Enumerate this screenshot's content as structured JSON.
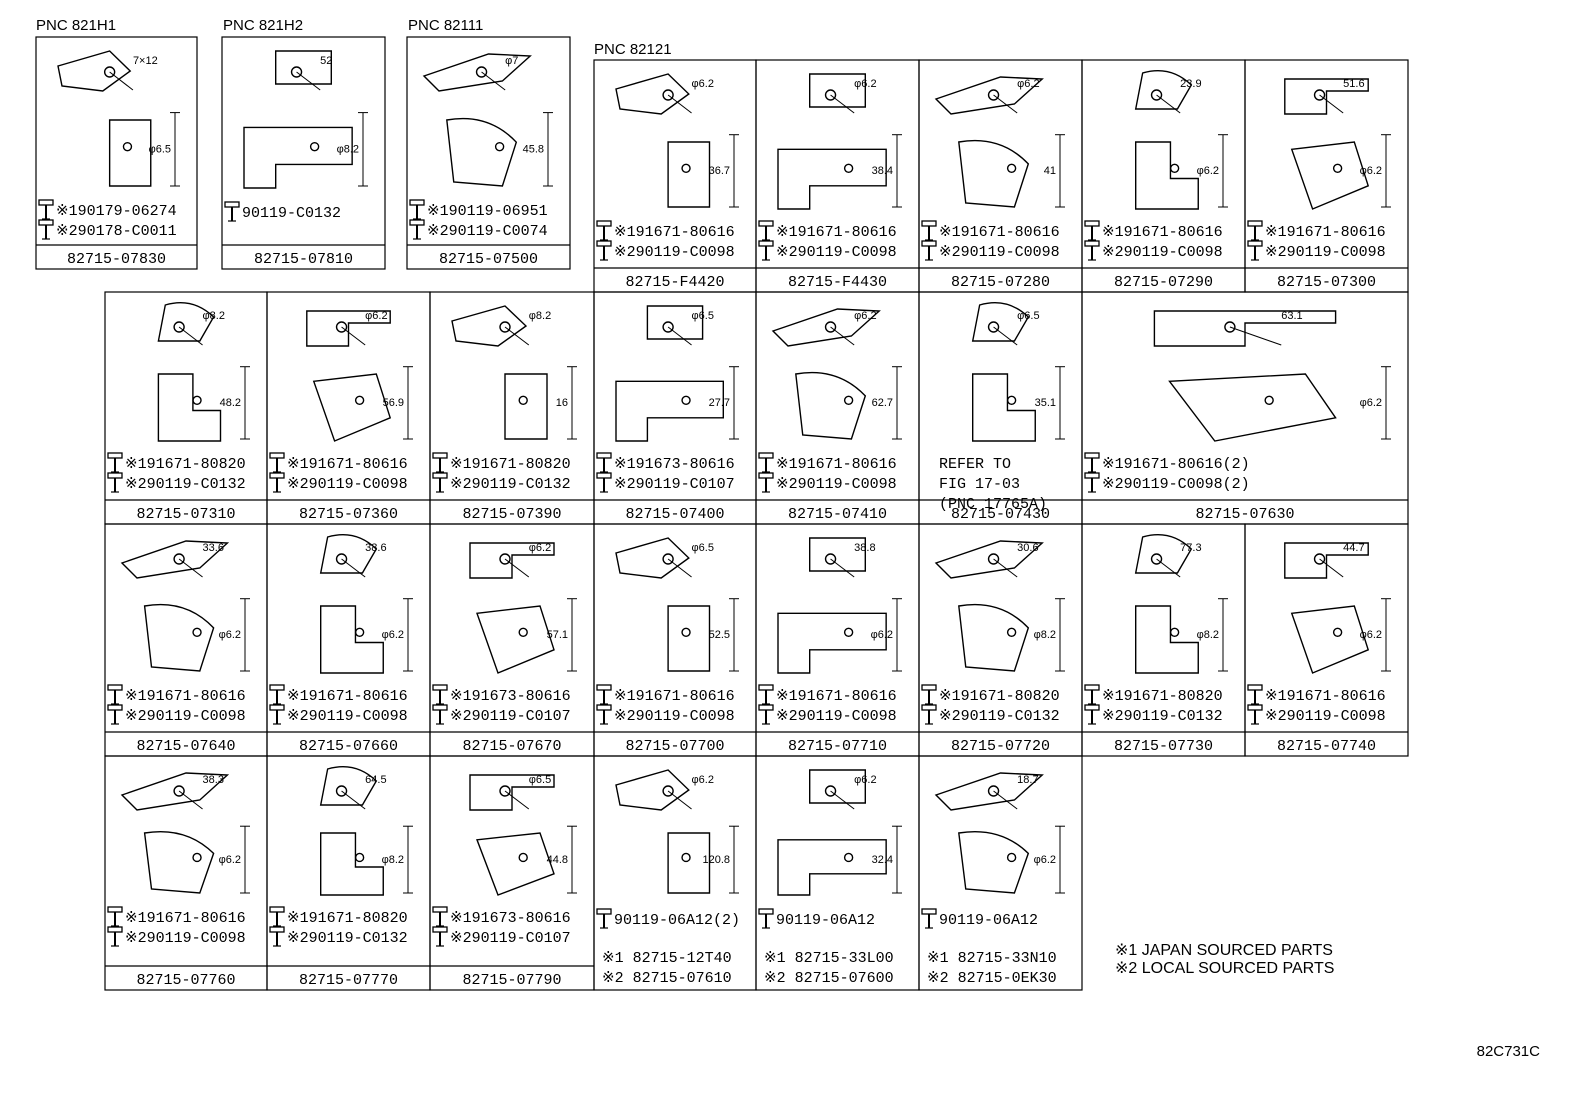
{
  "pnc_labels": [
    "PNC 821H1",
    "PNC 821H2",
    "PNC 82111",
    "PNC 82121"
  ],
  "top_groups": [
    {
      "pnc": "PNC 821H1",
      "parts": [
        "※190179-06274",
        "※290178-C0011"
      ],
      "number": "82715-07830",
      "dims": [
        "7×12",
        "φ6.5"
      ]
    },
    {
      "pnc": "PNC 821H2",
      "parts": [
        "90119-C0132"
      ],
      "number": "82715-07810",
      "dims": [
        "52",
        "φ8.2"
      ]
    },
    {
      "pnc": "PNC 82111",
      "parts": [
        "※190119-06951",
        "※290119-C0074"
      ],
      "number": "82715-07500",
      "dims": [
        "φ7",
        "45.8"
      ]
    }
  ],
  "rows": [
    [
      {
        "parts": [
          "※191671-80616",
          "※290119-C0098"
        ],
        "number": "82715-F4420",
        "dims": [
          "φ6.2",
          "36.7"
        ]
      },
      {
        "parts": [
          "※191671-80616",
          "※290119-C0098"
        ],
        "number": "82715-F4430",
        "dims": [
          "φ6.2",
          "38.4"
        ]
      },
      {
        "parts": [
          "※191671-80616",
          "※290119-C0098"
        ],
        "number": "82715-07280",
        "dims": [
          "φ6.2",
          "41"
        ]
      },
      {
        "parts": [
          "※191671-80616",
          "※290119-C0098"
        ],
        "number": "82715-07290",
        "dims": [
          "23.9",
          "φ6.2"
        ]
      },
      {
        "parts": [
          "※191671-80616",
          "※290119-C0098"
        ],
        "number": "82715-07300",
        "dims": [
          "51.6",
          "φ6.2"
        ]
      }
    ],
    [
      {
        "parts": [
          "※191671-80820",
          "※290119-C0132"
        ],
        "number": "82715-07310",
        "dims": [
          "φ8.2",
          "48.2"
        ]
      },
      {
        "parts": [
          "※191671-80616",
          "※290119-C0098"
        ],
        "number": "82715-07360",
        "dims": [
          "φ6.2",
          "56.9"
        ]
      },
      {
        "parts": [
          "※191671-80820",
          "※290119-C0132"
        ],
        "number": "82715-07390",
        "dims": [
          "φ8.2",
          "16"
        ]
      },
      {
        "parts": [
          "※191673-80616",
          "※290119-C0107"
        ],
        "number": "82715-07400",
        "dims": [
          "φ6.5",
          "27.7"
        ]
      },
      {
        "parts": [
          "※191671-80616",
          "※290119-C0098"
        ],
        "number": "82715-07410",
        "dims": [
          "φ6.2",
          "62.7"
        ]
      },
      {
        "parts": [
          "REFER TO",
          "FIG 17-03",
          "(PNC 17765A)"
        ],
        "number": "82715-07430",
        "dims": [
          "φ6.5",
          "35.1"
        ]
      },
      {
        "parts": [
          "※191671-80616(2)",
          "※290119-C0098(2)"
        ],
        "number": "82715-07630",
        "dims": [
          "63.1",
          "φ6.2"
        ]
      }
    ],
    [
      {
        "parts": [
          "※191671-80616",
          "※290119-C0098"
        ],
        "number": "82715-07640",
        "dims": [
          "33.6",
          "φ6.2"
        ]
      },
      {
        "parts": [
          "※191671-80616",
          "※290119-C0098"
        ],
        "number": "82715-07660",
        "dims": [
          "38.6",
          "φ6.2"
        ]
      },
      {
        "parts": [
          "※191673-80616",
          "※290119-C0107"
        ],
        "number": "82715-07670",
        "dims": [
          "φ6.2",
          "57.1"
        ]
      },
      {
        "parts": [
          "※191671-80616",
          "※290119-C0098"
        ],
        "number": "82715-07700",
        "dims": [
          "φ6.5",
          "52.5"
        ]
      },
      {
        "parts": [
          "※191671-80616",
          "※290119-C0098"
        ],
        "number": "82715-07710",
        "dims": [
          "38.8",
          "φ6.2"
        ]
      },
      {
        "parts": [
          "※191671-80820",
          "※290119-C0132"
        ],
        "number": "82715-07720",
        "dims": [
          "30.6",
          "φ8.2"
        ]
      },
      {
        "parts": [
          "※191671-80820",
          "※290119-C0132"
        ],
        "number": "82715-07730",
        "dims": [
          "77.3",
          "φ8.2"
        ]
      },
      {
        "parts": [
          "※191671-80616",
          "※290119-C0098"
        ],
        "number": "82715-07740",
        "dims": [
          "44.7",
          "φ6.2"
        ]
      }
    ],
    [
      {
        "parts": [
          "※191671-80616",
          "※290119-C0098"
        ],
        "number": "82715-07760",
        "dims": [
          "38.3",
          "φ6.2"
        ]
      },
      {
        "parts": [
          "※191671-80820",
          "※290119-C0132"
        ],
        "number": "82715-07770",
        "dims": [
          "64.5",
          "φ8.2"
        ]
      },
      {
        "parts": [
          "※191673-80616",
          "※290119-C0107"
        ],
        "number": "82715-07790",
        "dims": [
          "φ6.5",
          "44.8"
        ]
      },
      {
        "parts": [
          "90119-06A12(2)"
        ],
        "number": "※1 82715-12T40|※2 82715-07610",
        "dims": [
          "φ6.2",
          "120.8"
        ]
      },
      {
        "parts": [
          "90119-06A12"
        ],
        "number": "※1 82715-33L00|※2 82715-07600",
        "dims": [
          "φ6.2",
          "32.4"
        ]
      },
      {
        "parts": [
          "90119-06A12"
        ],
        "number": "※1 82715-33N10|※2 82715-0EK30",
        "dims": [
          "18.7",
          "φ6.2"
        ]
      }
    ]
  ],
  "legend": [
    "※1 JAPAN SOURCED PARTS",
    "※2 LOCAL SOURCED PARTS"
  ],
  "figure_code": "82C731C",
  "colors": {
    "ink": "#000000",
    "paper": "#ffffff",
    "watermark": "#eeeeee"
  }
}
